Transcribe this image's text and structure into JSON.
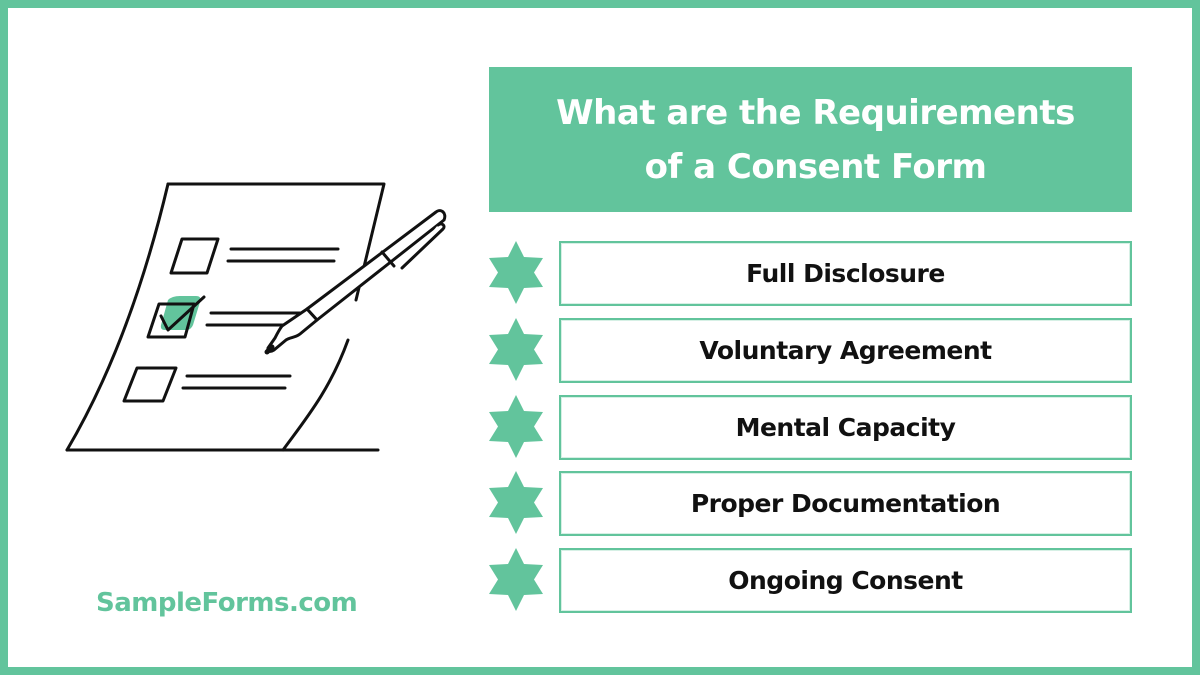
{
  "title": {
    "line1": "What are the Requirements",
    "line2": "of a Consent Form",
    "text": "What are the Requirements\nof a Consent Form"
  },
  "requirements": [
    {
      "label": "Full Disclosure",
      "icon": "star-icon"
    },
    {
      "label": "Voluntary Agreement",
      "icon": "star-icon"
    },
    {
      "label": "Mental Capacity",
      "icon": "star-icon"
    },
    {
      "label": "Proper Documentation",
      "icon": "star-icon"
    },
    {
      "label": "Ongoing Consent",
      "icon": "star-icon"
    }
  ],
  "brand": {
    "logo_text": "SampleForms.com"
  },
  "illustration": {
    "icon": "checklist-with-pen-icon",
    "checkboxes": [
      {
        "checked": false
      },
      {
        "checked": true
      },
      {
        "checked": false
      }
    ]
  },
  "colors": {
    "accent": "#62C49C",
    "text": "#111111",
    "title_text": "#FFFFFF",
    "background": "#FFFFFF"
  }
}
